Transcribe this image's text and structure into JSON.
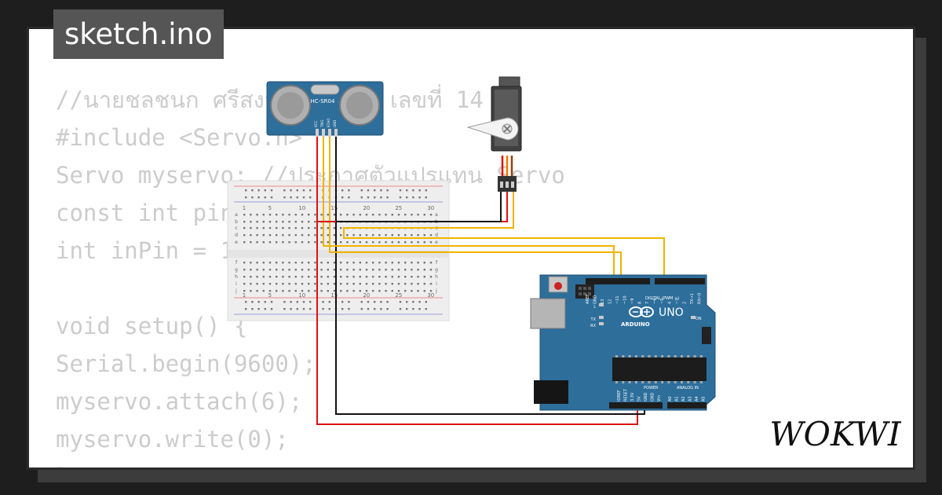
{
  "project": {
    "title": "sketch.ino"
  },
  "code_lines": [
    "//นายชลชนก ศรีสงวน ม.4/4 เลขที่ 14",
    "#include <Servo.h>",
    "Servo myservo; //ประกาศตัวแปรแทน Servo",
    "const int pingPin = 13;",
    "int inPin = 12;",
    "",
    "void setup() {",
    "Serial.begin(9600);",
    "myservo.attach(6);",
    "myservo.write(0);",
    "}"
  ],
  "components": {
    "ultrasonic": {
      "label": "HC-SR04",
      "pins": [
        "VCC",
        "TRIG",
        "ECHO",
        "GND"
      ]
    },
    "breadboard": {
      "column_numbers": [
        "1",
        "5",
        "10",
        "15",
        "20",
        "25",
        "30"
      ],
      "row_letters": [
        "a",
        "b",
        "c",
        "d",
        "e",
        "f",
        "g",
        "h",
        "i",
        "j"
      ]
    },
    "arduino": {
      "brand": "ARDUINO",
      "model": "UNO",
      "digital_label": "DIGITAL (PWM ~)",
      "power_label": "POWER",
      "analog_label": "ANALOG IN",
      "on_label": "ON",
      "led_labels": [
        "L",
        "TX",
        "RX"
      ],
      "digital_pins": [
        "AREF",
        "GND",
        "13",
        "12",
        "~11",
        "~10",
        "~9",
        "8",
        "7",
        "~6",
        "~5",
        "4",
        "~3",
        "2",
        "TX→1",
        "RX←0"
      ],
      "power_pins": [
        "IOREF",
        "RESET",
        "3.3V",
        "5V",
        "GND",
        "GND",
        "Vin"
      ],
      "analog_pins": [
        "A0",
        "A1",
        "A2",
        "A3",
        "A4",
        "A5"
      ]
    }
  },
  "colors": {
    "board_blue": "#2d6e9b",
    "wire_red": "#dd1111",
    "wire_black": "#111111",
    "wire_yellow": "#f0b400",
    "wire_orange": "#f07800",
    "code_text": "#cccccc",
    "tab_bg": "#555555"
  },
  "brand": {
    "name": "WOKWI"
  }
}
